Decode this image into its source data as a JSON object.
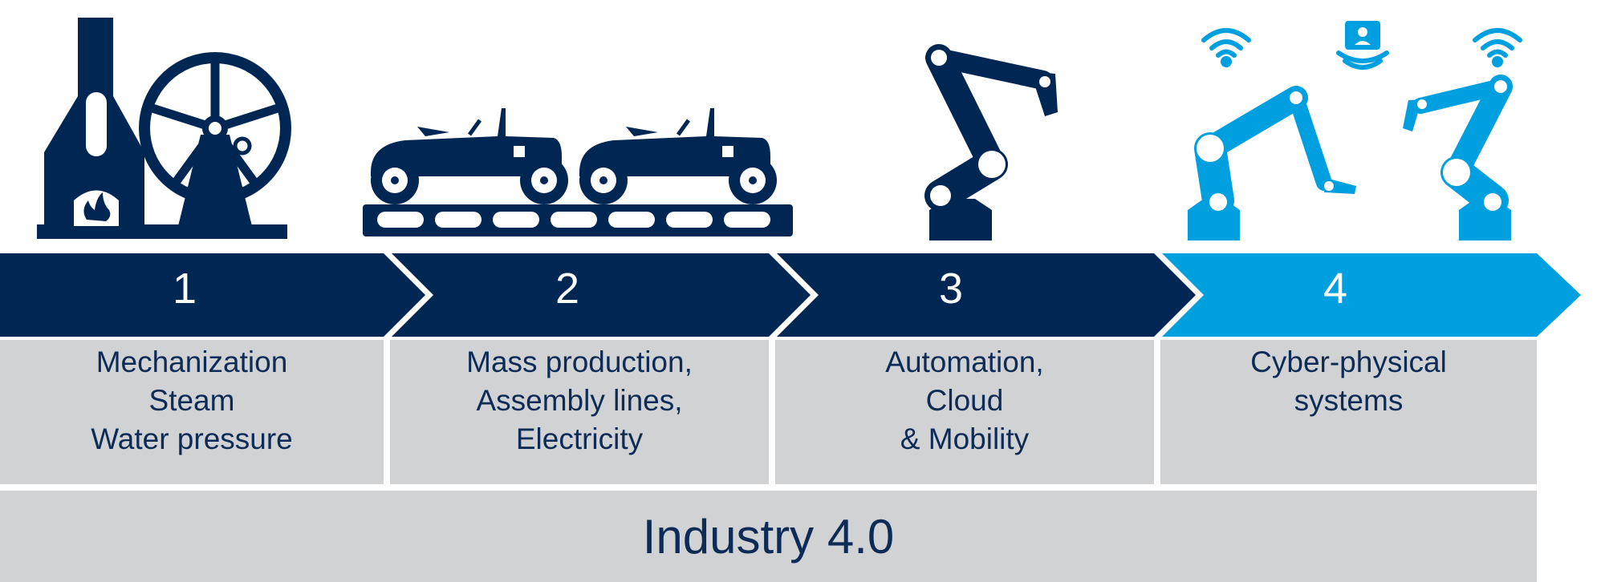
{
  "colors": {
    "navy": "#002653",
    "accent": "#009fdf",
    "panel": "#d1d2d4",
    "text": "#0d2b57"
  },
  "stages": [
    {
      "number": "1",
      "lines": [
        "Mechanization",
        "Steam",
        "Water pressure"
      ],
      "icon": "steam-engine-icon"
    },
    {
      "number": "2",
      "lines": [
        "Mass production,",
        "Assembly lines,",
        "Electricity"
      ],
      "icon": "assembly-line-icon"
    },
    {
      "number": "3",
      "lines": [
        "Automation,",
        "Cloud",
        "& Mobility"
      ],
      "icon": "robot-arm-icon"
    },
    {
      "number": "4",
      "lines": [
        "Cyber-physical",
        "systems"
      ],
      "icon": "connected-robots-icon"
    }
  ],
  "footer": {
    "title": "Industry 4.0"
  }
}
